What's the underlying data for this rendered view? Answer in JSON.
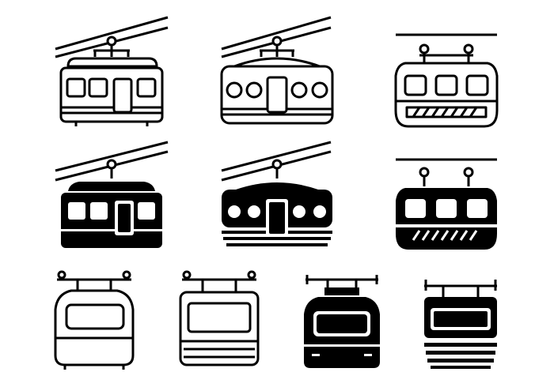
{
  "icon_set": {
    "colors": {
      "background": "#ffffff",
      "ink": "#000000"
    },
    "rows": [
      {
        "icons": [
          {
            "name": "cable-car-outline-rect-windows-icon",
            "style": "outline"
          },
          {
            "name": "cable-car-outline-round-windows-icon",
            "style": "outline"
          },
          {
            "name": "cable-car-outline-hatched-icon",
            "style": "outline"
          }
        ]
      },
      {
        "icons": [
          {
            "name": "cable-car-solid-rect-windows-icon",
            "style": "solid"
          },
          {
            "name": "cable-car-solid-round-windows-icon",
            "style": "solid"
          },
          {
            "name": "cable-car-solid-hatched-icon",
            "style": "solid"
          }
        ]
      },
      {
        "icons": [
          {
            "name": "cable-car-front-outline-icon",
            "style": "outline"
          },
          {
            "name": "cable-car-front-outline-striped-icon",
            "style": "outline"
          },
          {
            "name": "cable-car-front-solid-icon",
            "style": "solid"
          },
          {
            "name": "cable-car-front-solid-striped-icon",
            "style": "solid"
          }
        ]
      }
    ]
  }
}
